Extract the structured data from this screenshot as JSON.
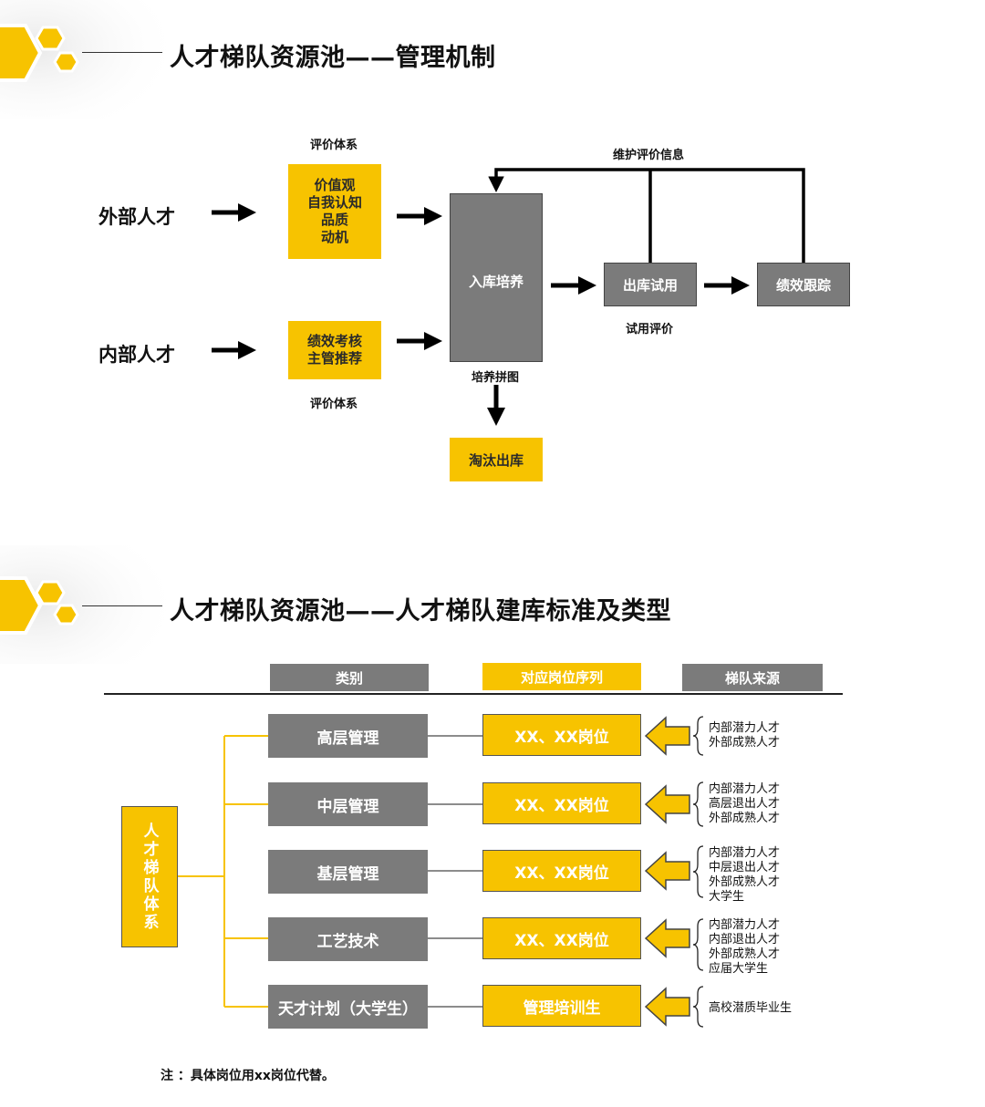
{
  "section1": {
    "title": "人才梯队资源池——管理机制",
    "external_talent": "外部人才",
    "internal_talent": "内部人才",
    "eval_label_top": "评价体系",
    "eval_label_bottom": "评价体系",
    "box_values": "价值观\n自我认知\n品质\n动机",
    "box_performance": "绩效考核\n主管推荐",
    "box_training": "入库培养",
    "box_trial": "出库试用",
    "box_tracking": "绩效跟踪",
    "box_eliminate": "淘汰出库",
    "label_maintain": "维护评价信息",
    "label_trial_eval": "试用评价",
    "label_training_map": "培养拼图"
  },
  "section2": {
    "title": "人才梯队资源池——人才梯队建库标准及类型",
    "headers": [
      "类别",
      "对应岗位序列",
      "梯队来源"
    ],
    "system_label": "人才梯队体系",
    "rows": [
      {
        "category": "高层管理",
        "position": "XX、XX岗位",
        "sources": "内部潜力人才\n外部成熟人才"
      },
      {
        "category": "中层管理",
        "position": "XX、XX岗位",
        "sources": "内部潜力人才\n高层退出人才\n外部成熟人才"
      },
      {
        "category": "基层管理",
        "position": "XX、XX岗位",
        "sources": "内部潜力人才\n中层退出人才\n外部成熟人才\n大学生"
      },
      {
        "category": "工艺技术",
        "position": "XX、XX岗位",
        "sources": "内部潜力人才\n内部退出人才\n外部成熟人才\n应届大学生"
      },
      {
        "category": "天才计划（大学生）",
        "position": "管理培训生",
        "sources": "高校潜质毕业生"
      }
    ],
    "note": "注  ：具体岗位用xx岗位代替。"
  },
  "colors": {
    "accent": "#f7c300",
    "gray": "#7b7b7b",
    "text": "#111111"
  }
}
